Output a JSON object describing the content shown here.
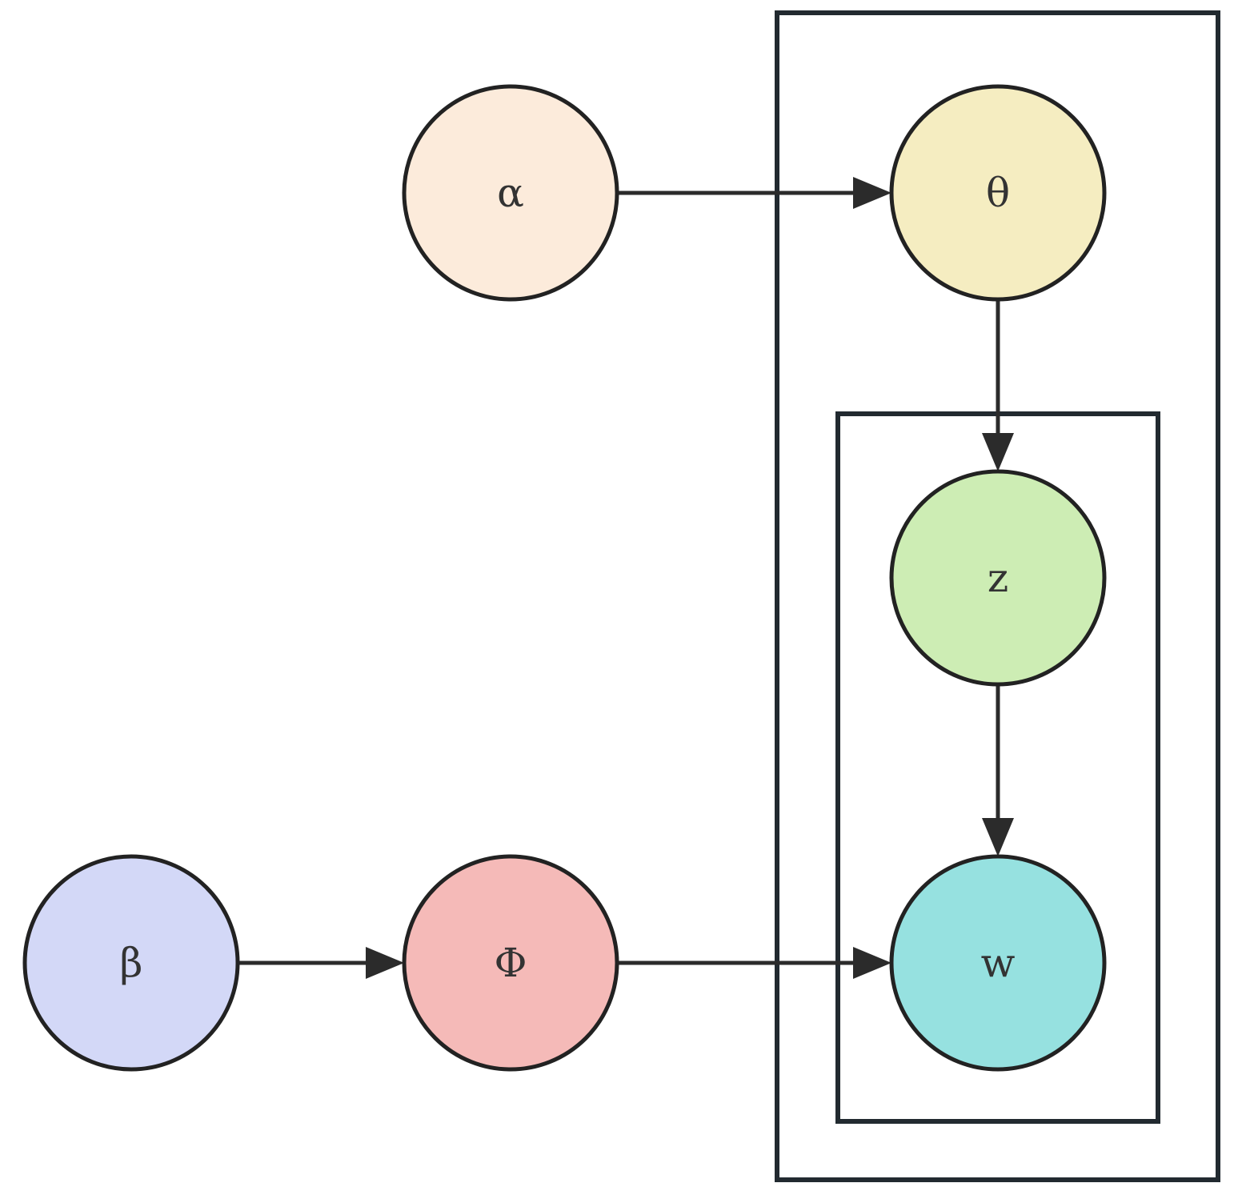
{
  "nodes": [
    {
      "id": "alpha",
      "label": "α",
      "color": "#fcebdb"
    },
    {
      "id": "theta",
      "label": "θ",
      "color": "#f5edc1"
    },
    {
      "id": "z",
      "label": "z",
      "color": "#cdedb4"
    },
    {
      "id": "w",
      "label": "w",
      "color": "#96e1e0"
    },
    {
      "id": "beta",
      "label": "β",
      "color": "#d3d8f7"
    },
    {
      "id": "phi",
      "label": "Φ",
      "color": "#f5bab8"
    }
  ],
  "edges": [
    {
      "from": "alpha",
      "to": "theta"
    },
    {
      "from": "theta",
      "to": "z"
    },
    {
      "from": "z",
      "to": "w"
    },
    {
      "from": "beta",
      "to": "phi"
    },
    {
      "from": "phi",
      "to": "w"
    }
  ],
  "plates": [
    {
      "id": "outer-plate"
    },
    {
      "id": "inner-plate"
    }
  ],
  "colors": {
    "stroke": "#222222",
    "edge": "#2b2b2b",
    "plate": "#222a30",
    "text": "#333333"
  }
}
